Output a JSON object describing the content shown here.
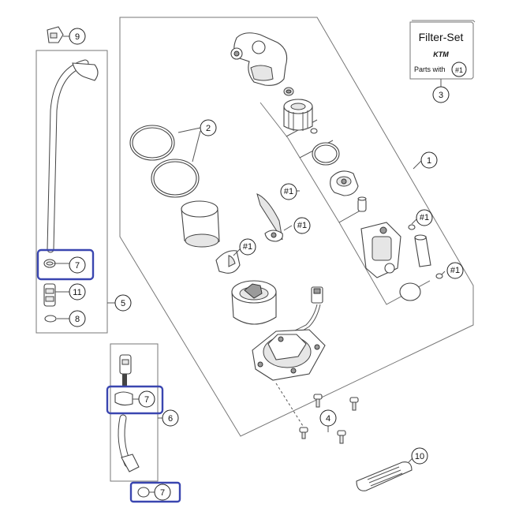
{
  "colors": {
    "highlight": "#3a46b0",
    "line": "#555555",
    "part": "#444444"
  },
  "filter_set": {
    "title": "Filter-Set",
    "brand": "KTM",
    "parts_with_label": "Parts with",
    "parts_with_ref": "#1"
  },
  "callouts": {
    "c1": "1",
    "c2": "2",
    "c3": "3",
    "c4": "4",
    "c5": "5",
    "c6": "6",
    "c7a": "7",
    "c7b": "7",
    "c7c": "7",
    "c8": "8",
    "c9": "9",
    "c10": "10",
    "c11": "11",
    "r1a": "#1",
    "r1b": "#1",
    "r1c": "#1",
    "r1d": "#1",
    "r1e": "#1"
  }
}
